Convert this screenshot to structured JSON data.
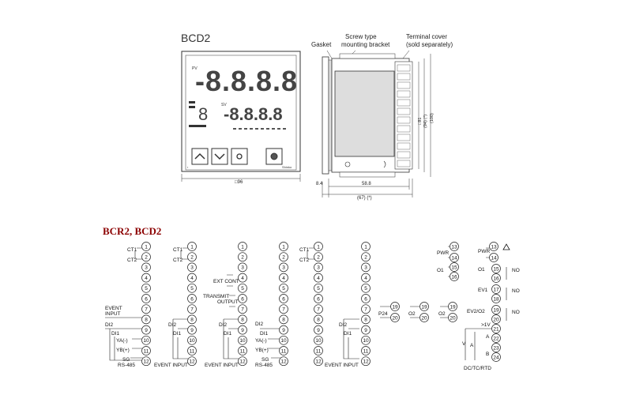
{
  "model_title": "BCD2",
  "callouts": {
    "gasket": "Gasket",
    "bracket_line1": "Screw type",
    "bracket_line2": "mounting bracket",
    "cover_line1": "Terminal cover",
    "cover_line2": "(sold separately)"
  },
  "front_panel": {
    "pv_label": "PV",
    "sv_label": "SV",
    "pv_digits": "-8.8.8.8",
    "sv_digits": "-8.8.8.8",
    "small_digit": "8",
    "dim_width": "□96",
    "brand": "Shinko"
  },
  "side_view": {
    "dim_depth_front": "8.4",
    "dim_depth": "58.8",
    "dim_total": "(67) (*)",
    "dim_h1": "□91",
    "dim_h2": "(94) (*)",
    "dim_h3": "(100)"
  },
  "wiring_title": "BCR2, BCD2",
  "terminals": [
    "1",
    "2",
    "3",
    "4",
    "5",
    "6",
    "7",
    "8",
    "9",
    "10",
    "11",
    "12"
  ],
  "wiring_labels": {
    "ct1": "CT1",
    "ct2": "CT2",
    "event_input_a": "EVENT",
    "event_input_b": "INPUT",
    "di2": "DI2",
    "di1": "DI1",
    "ya": "YA(-)",
    "yb": "YB(+)",
    "sg": "SG",
    "rs485": "RS-485",
    "event_input_bottom": "EVENT INPUT",
    "ext_cont": "EXT CONT",
    "transmit": "TRANSMIT",
    "output": "OUTPUT",
    "pwr": "PWR",
    "o1": "O1",
    "o2": "O2",
    "p24": "P24",
    "ev1": "EV1",
    "ev2o2": "EV2/O2",
    "no": "NO",
    "plus1v": ">1V",
    "dctcrtd": "DC/TC/RTD",
    "v": "V",
    "a": "A",
    "b": "B"
  },
  "right_terminals": [
    "13",
    "14",
    "15",
    "16",
    "17",
    "18",
    "19",
    "20",
    "21",
    "22",
    "23",
    "24"
  ],
  "warning_icon": "warning-triangle-icon"
}
